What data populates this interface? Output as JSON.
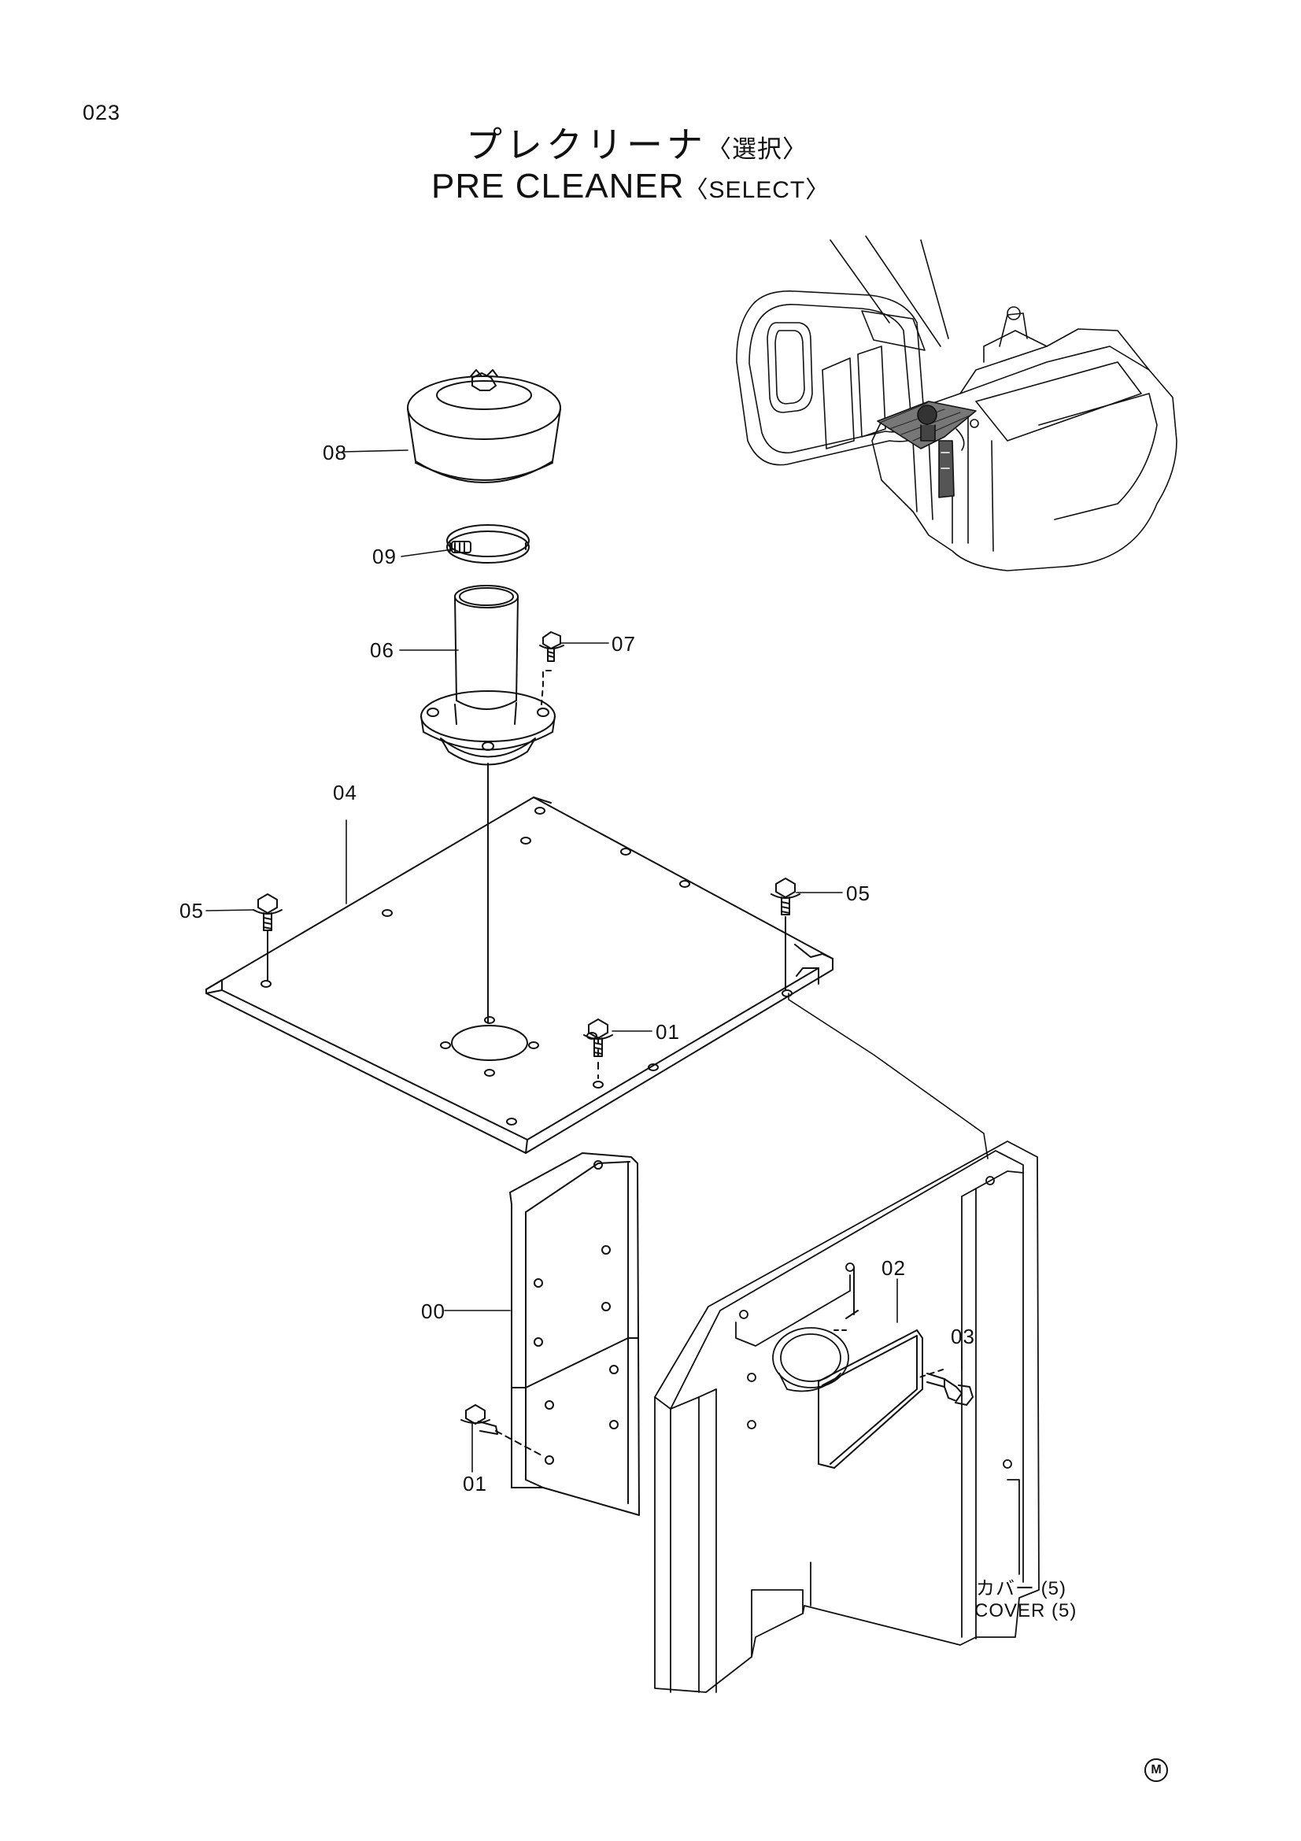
{
  "page_number": "023",
  "title": {
    "ja": "プレクリーナ",
    "ja_note": "〈選択〉",
    "en": "PRE CLEANER",
    "en_note": "〈SELECT〉"
  },
  "callouts": [
    "08",
    "09",
    "06",
    "07",
    "04",
    "05",
    "05",
    "01",
    "00",
    "01",
    "02",
    "03"
  ],
  "cover_reference": {
    "ja": "カバー (5)",
    "en": "COVER (5)"
  },
  "mark": "M"
}
